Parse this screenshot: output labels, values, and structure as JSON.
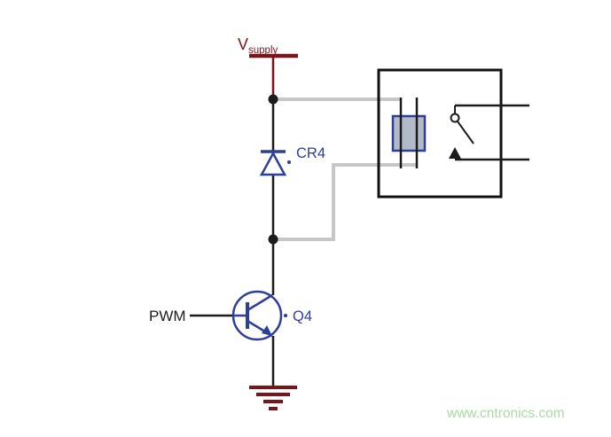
{
  "labels": {
    "supply_main": "V",
    "supply_sub": "supply",
    "diode_ref": "CR4",
    "transistor_ref": "Q4",
    "input_signal": "PWM",
    "watermark": "www.cntronics.com"
  },
  "colors": {
    "supply_and_ground": "#7a1418",
    "semiconductor_blue": "#2e3f97",
    "wire_black": "#1c1c1c",
    "relay_connection_gray": "#c7c7c7",
    "coil_fill": "#b2bac8",
    "relay_outline": "#111111",
    "watermark_green": "#a8dca2",
    "background": "#ffffff"
  }
}
